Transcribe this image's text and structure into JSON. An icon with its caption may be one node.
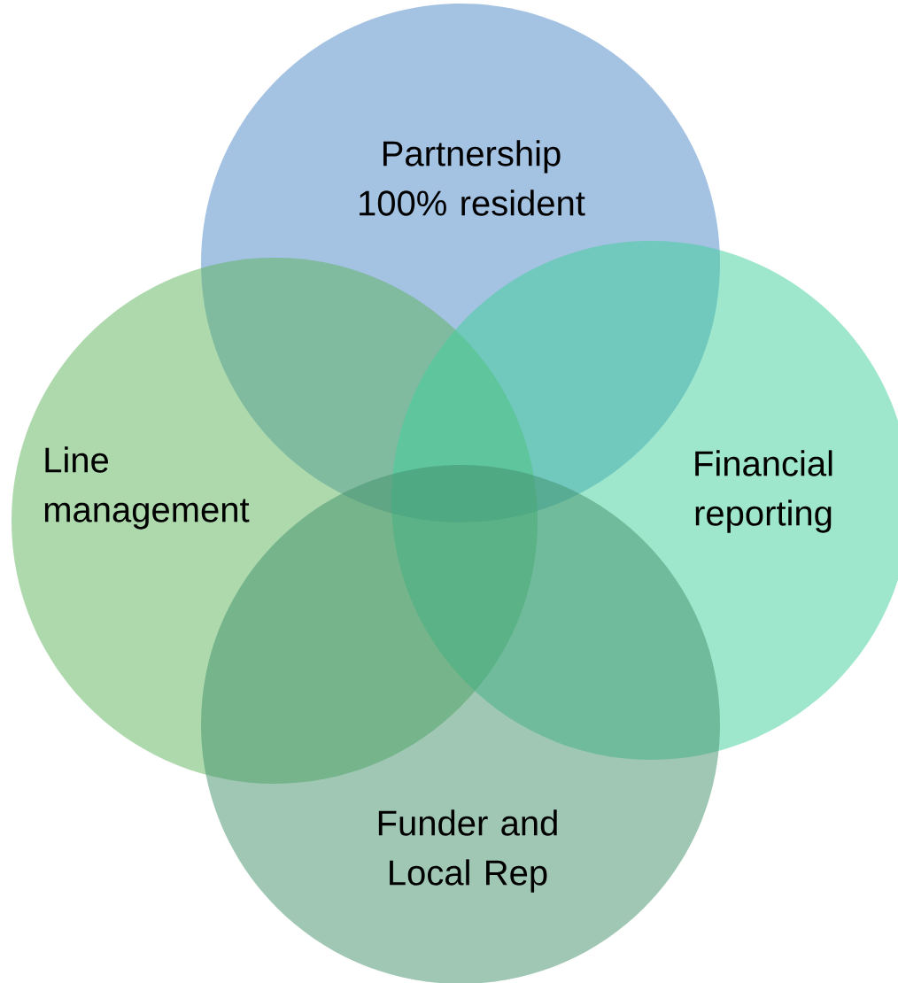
{
  "diagram": {
    "nodes": [
      {
        "text": [
          "Partnership 100% resident"
        ]
      },
      {
        "text": [
          "Line management"
        ]
      },
      {
        "text": [
          "Financial reporting"
        ]
      },
      {
        "text": [
          "Funder and Local Rep"
        ]
      }
    ]
  }
}
